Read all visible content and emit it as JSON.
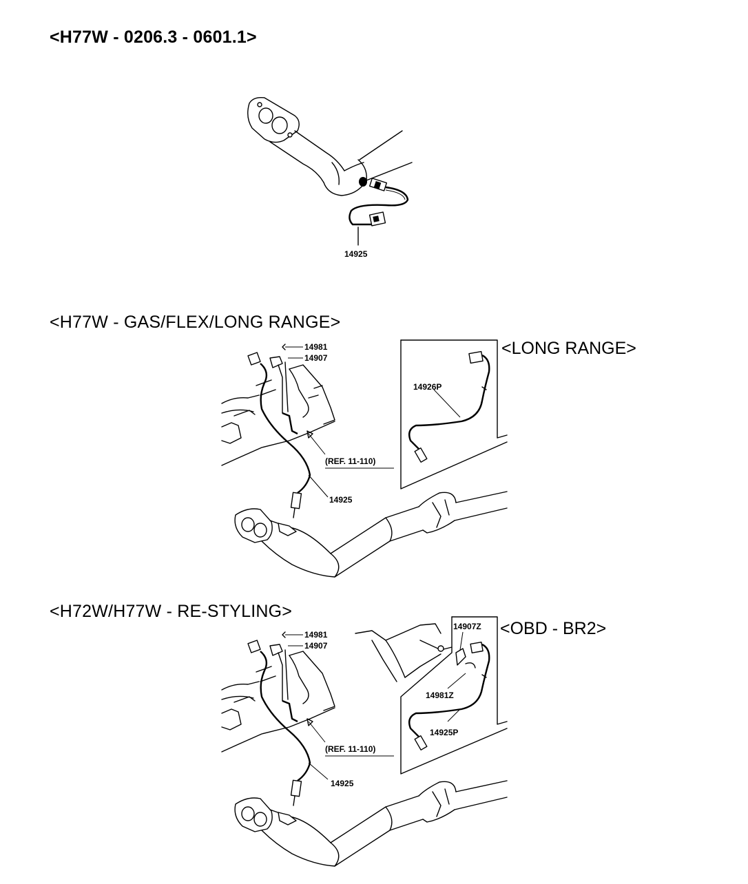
{
  "headings": {
    "section1": "<H77W - 0206.3 - 0601.1>",
    "section2": "<H77W - GAS/FLEX/LONG RANGE>",
    "section3": "<H72W/H77W - RE-STYLING>",
    "inset_long_range": "<LONG RANGE>",
    "inset_obd": "<OBD - BR2>"
  },
  "callouts": {
    "s1_sensor": "14925",
    "s2_clip": "14981",
    "s2_bracket": "14907",
    "s2_sensor": "14925",
    "s2_ref": "(REF. 11-110)",
    "s2_inset_sensor": "14926P",
    "s3_clip": "14981",
    "s3_bracket": "14907",
    "s3_sensor": "14925",
    "s3_ref": "(REF. 11-110)",
    "s3_inset_bracket": "14907Z",
    "s3_inset_clip": "14981Z",
    "s3_inset_sensor": "14925P"
  }
}
